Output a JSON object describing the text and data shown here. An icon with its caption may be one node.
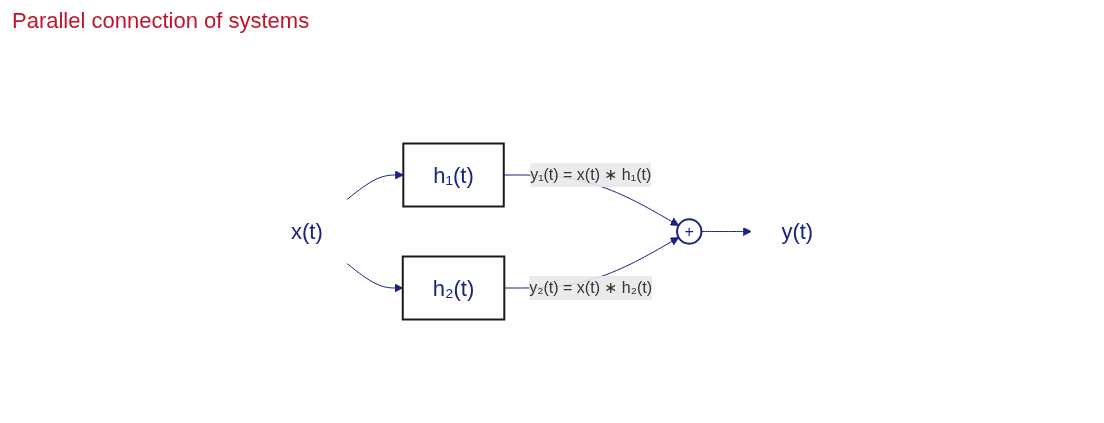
{
  "diagram": {
    "title": "Parallel connection of systems",
    "nodes": [
      {
        "text": [
          "x(t)"
        ]
      },
      {
        "text": [
          "h₁(t)"
        ]
      },
      {
        "text": [
          "h₂(t)"
        ]
      },
      {
        "text": [
          "+"
        ]
      },
      {
        "text": [
          "y(t)"
        ]
      }
    ],
    "edges": [
      {
        "from": 0,
        "to": 1,
        "arrow": "to"
      },
      {
        "from": 0,
        "to": 2,
        "arrow": "to"
      },
      {
        "from": 1,
        "to": 3,
        "arrow": "to",
        "label": "y₁(t) = x(t) ∗ h₁(t)"
      },
      {
        "from": 2,
        "to": 3,
        "arrow": "to",
        "label": "y₂(t) = x(t) ∗ h₂(t)"
      },
      {
        "from": 3,
        "to": 4,
        "arrow": "to"
      }
    ]
  }
}
